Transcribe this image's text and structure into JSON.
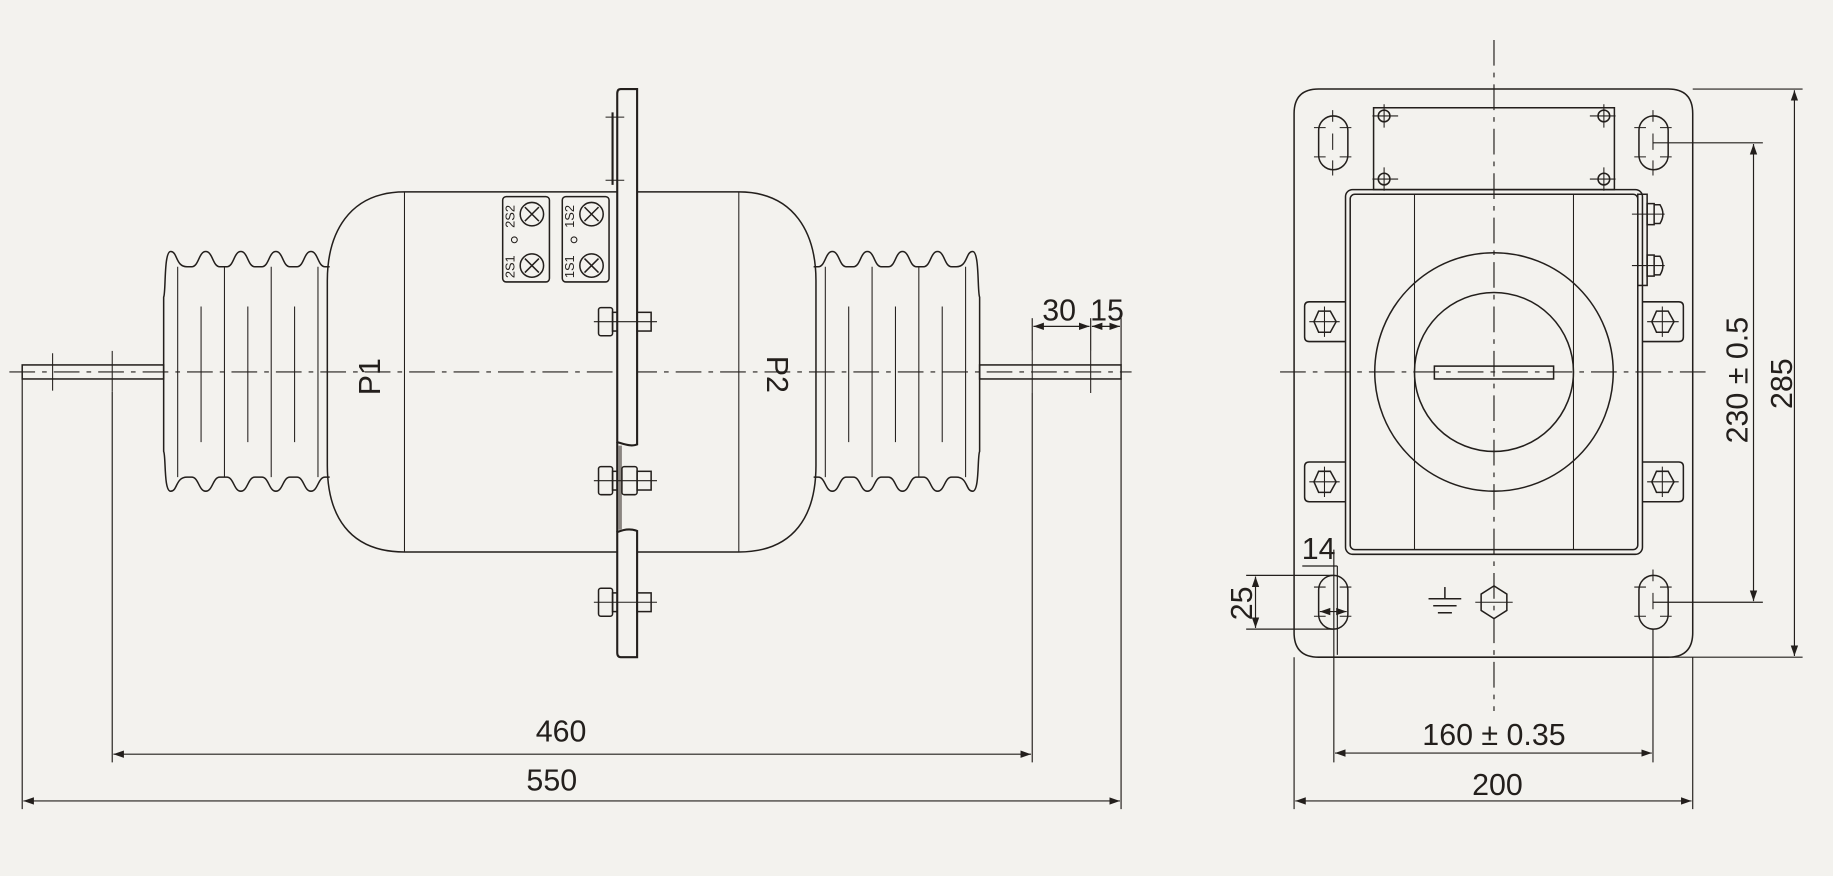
{
  "drawing": {
    "side_view": {
      "terminal_labels": {
        "p1": "P1",
        "p2": "P2"
      },
      "secondary_boxes": [
        {
          "top": "2S2",
          "bottom": "2S1"
        },
        {
          "top": "1S2",
          "bottom": "1S1"
        }
      ],
      "dimensions": {
        "overall_length": "550",
        "terminal_span": "460",
        "terminal_length": "30",
        "terminal_tip": "15"
      }
    },
    "end_view": {
      "dimensions": {
        "base_width": "200",
        "hole_spacing_x": "160 ± 0.35",
        "base_height": "285",
        "hole_spacing_y": "230 ± 0.5",
        "slot_width": "14",
        "slot_length": "25"
      },
      "symbols": [
        "ground-symbol"
      ]
    }
  },
  "colors": {
    "line": "#231f1c",
    "background": "#f3f2ee"
  }
}
